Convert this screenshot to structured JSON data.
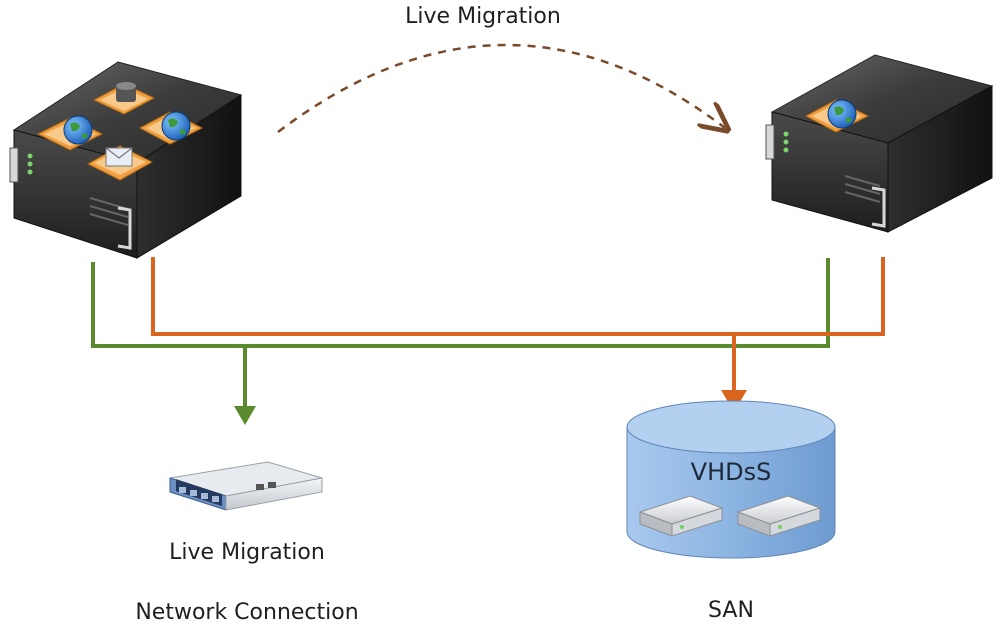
{
  "title": "Live Migration",
  "network": {
    "line1": "Live Migration",
    "line2": "Network Connection"
  },
  "storage": {
    "vhd_label": "VHDsS",
    "caption": "SAN"
  },
  "colors": {
    "green_link": "#5a8a2e",
    "orange_link": "#d9641e",
    "arrow_dashed": "#7a4a2a",
    "san_fill": "#8fb7e3",
    "server_body": "#3a3a3a",
    "vm_frame": "#f0a040"
  },
  "icons": {
    "source_server": "server-with-vms-icon",
    "target_server": "server-with-vm-icon",
    "network_switch": "network-switch-icon",
    "san": "san-cylinder-icon",
    "disk": "hard-disk-icon",
    "globe": "globe-icon",
    "mail": "mail-icon",
    "database": "database-icon"
  }
}
